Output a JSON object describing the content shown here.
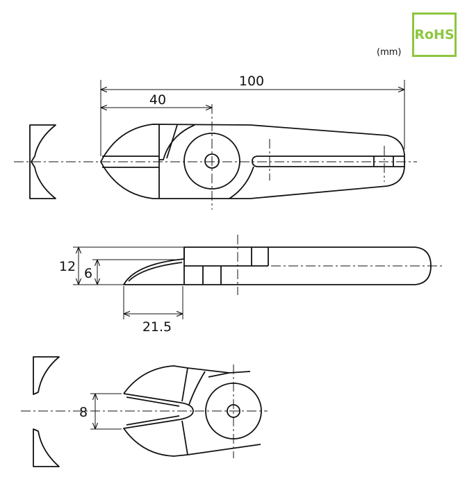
{
  "badge": {
    "label": "RoHS",
    "color": "#8dc63f"
  },
  "unit": "(mm)",
  "dimensions": {
    "overall_length": "100",
    "head_to_pivot": "40",
    "total_height": "12",
    "jaw_height": "6",
    "jaw_length": "21.5",
    "jaw_opening": "8"
  }
}
